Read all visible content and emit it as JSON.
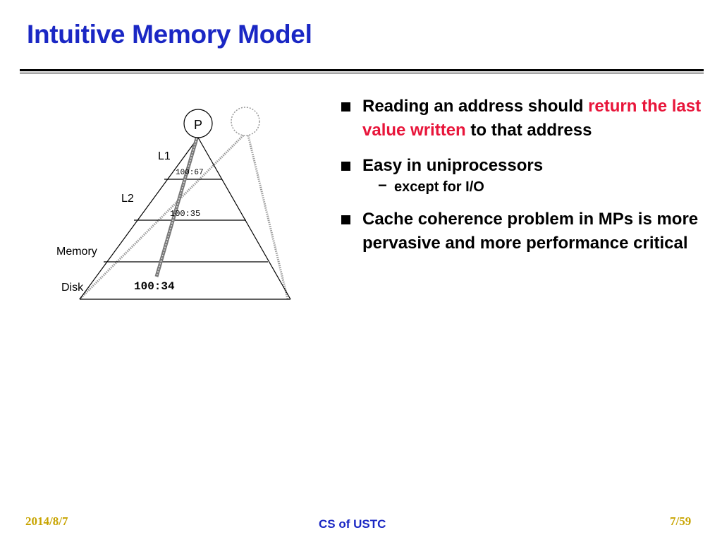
{
  "slide": {
    "title": "Intuitive Memory Model"
  },
  "diagram": {
    "processor_label": "P",
    "levels": [
      {
        "label": "L1",
        "value": "100:67"
      },
      {
        "label": "L2",
        "value": "100:35"
      },
      {
        "label": "Memory",
        "value": ""
      },
      {
        "label": "Disk",
        "value": "100:34"
      }
    ]
  },
  "bullets": {
    "b1_pre": "Reading an address should ",
    "b1_highlight": "return the last value written",
    "b1_post": " to that address",
    "b2": "Easy in uniprocessors",
    "b2_sub_dash": "−",
    "b2_sub": "except for I/O",
    "b3": "Cache coherence problem in MPs is more pervasive and more performance critical"
  },
  "footer": {
    "date": "2014/8/7",
    "center": "CS of USTC",
    "page": "7/59"
  },
  "colors": {
    "title": "#1a27c4",
    "highlight": "#e8153a",
    "footer_side": "#c8a400",
    "footer_center": "#1a27c4"
  }
}
